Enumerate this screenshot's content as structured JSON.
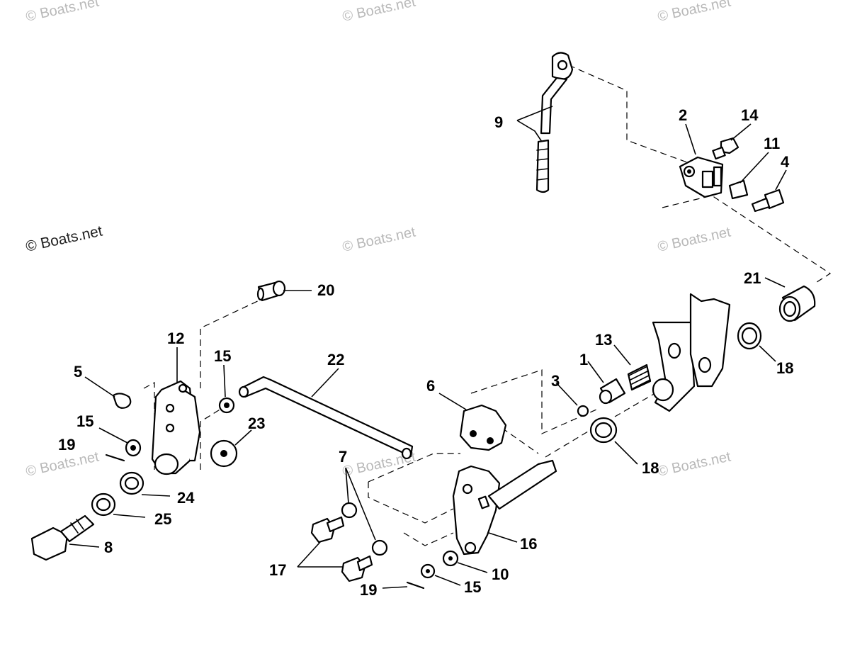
{
  "watermark": {
    "text": "© Boats.net"
  },
  "callouts": [
    {
      "id": "c1",
      "label": "1"
    },
    {
      "id": "c2",
      "label": "2"
    },
    {
      "id": "c3",
      "label": "3"
    },
    {
      "id": "c4",
      "label": "4"
    },
    {
      "id": "c5",
      "label": "5"
    },
    {
      "id": "c6",
      "label": "6"
    },
    {
      "id": "c7",
      "label": "7"
    },
    {
      "id": "c8",
      "label": "8"
    },
    {
      "id": "c9",
      "label": "9"
    },
    {
      "id": "c10",
      "label": "10"
    },
    {
      "id": "c11",
      "label": "11"
    },
    {
      "id": "c12",
      "label": "12"
    },
    {
      "id": "c13",
      "label": "13"
    },
    {
      "id": "c14",
      "label": "14"
    },
    {
      "id": "c15a",
      "label": "15"
    },
    {
      "id": "c15b",
      "label": "15"
    },
    {
      "id": "c15c",
      "label": "15"
    },
    {
      "id": "c16",
      "label": "16"
    },
    {
      "id": "c17",
      "label": "17"
    },
    {
      "id": "c18a",
      "label": "18"
    },
    {
      "id": "c18b",
      "label": "18"
    },
    {
      "id": "c19a",
      "label": "19"
    },
    {
      "id": "c19b",
      "label": "19"
    },
    {
      "id": "c20",
      "label": "20"
    },
    {
      "id": "c21",
      "label": "21"
    },
    {
      "id": "c22",
      "label": "22"
    },
    {
      "id": "c23",
      "label": "23"
    },
    {
      "id": "c24",
      "label": "24"
    },
    {
      "id": "c25",
      "label": "25"
    }
  ]
}
